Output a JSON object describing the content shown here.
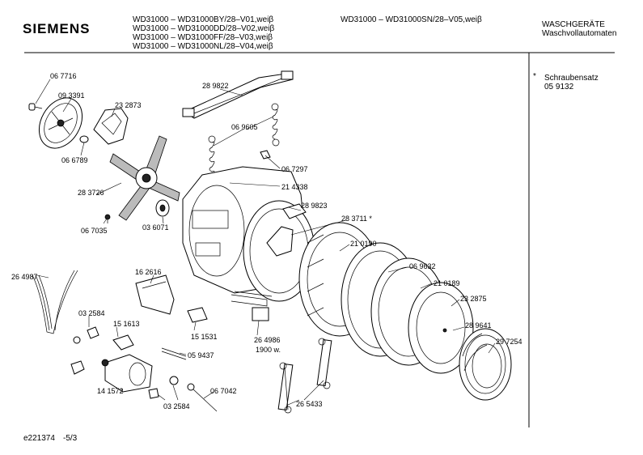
{
  "header": {
    "brand": "SIEMENS",
    "models_left": [
      "WD31000 – WD31000BY/28–V01,weiβ",
      "WD31000 – WD31000DD/28–V02,weiβ",
      "WD31000 – WD31000FF/28–V03,weiβ",
      "WD31000 – WD31000NL/28–V04,weiβ"
    ],
    "model_right": "WD31000 – WD31000SN/28–V05,weiβ",
    "category": "WASCHGERÄTE",
    "subcategory": "Waschvollautomaten"
  },
  "sidebar": {
    "star": "*",
    "note_title": "Schraubensatz",
    "note_number": "05 9132"
  },
  "parts": [
    "06 7716",
    "09 3391",
    "23 2873",
    "06 6789",
    "28 3726",
    "06 7035",
    "03 6071",
    "28 9822",
    "06 9605",
    "06 7297",
    "21 4338",
    "28 9823",
    "28 3711 *",
    "21 0190",
    "06 9632",
    "21 0189",
    "23 2875",
    "28 9641",
    "29 7254",
    "26 4987",
    "16 2616",
    "03 2584",
    "15 1613",
    "15 1531",
    "26 4986",
    "1900 w.",
    "05 9437",
    "14 1572",
    "03 2584",
    "06 7042",
    "26 5433"
  ],
  "footer": {
    "code": "e221374",
    "page": "-5/3"
  }
}
